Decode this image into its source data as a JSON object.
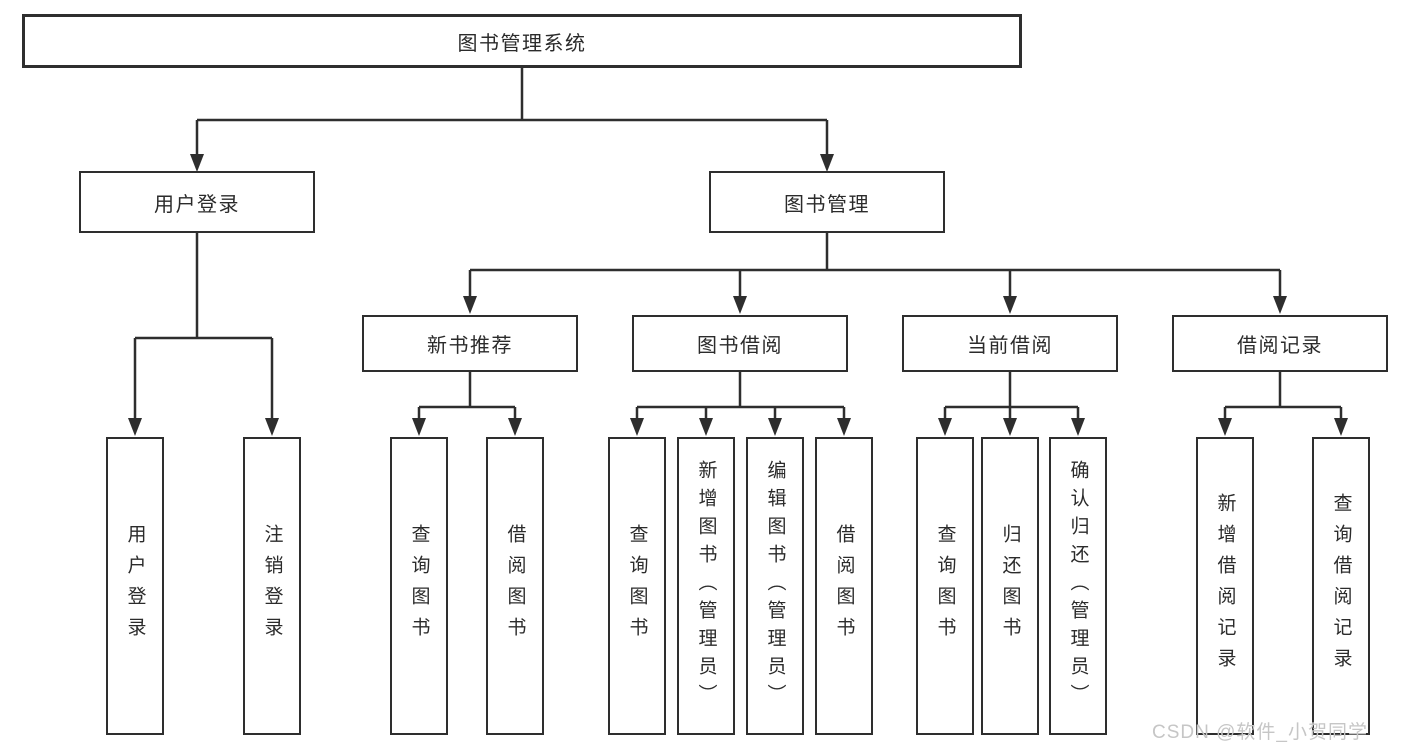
{
  "colors": {
    "line": "#2e2e2e",
    "node_border": "#2e2e2e",
    "node_text": "#2b2b2b",
    "background": "#ffffff",
    "watermark": "#c6c6c6"
  },
  "watermark": {
    "text": "CSDN @软件_小贺同学"
  },
  "tree": {
    "root": {
      "label": "图书管理系统",
      "children": [
        {
          "label": "用户登录",
          "children": [
            {
              "label": "用户登录"
            },
            {
              "label": "注销登录"
            }
          ]
        },
        {
          "label": "图书管理",
          "children": [
            {
              "label": "新书推荐",
              "children": [
                {
                  "label": "查询图书"
                },
                {
                  "label": "借阅图书"
                }
              ]
            },
            {
              "label": "图书借阅",
              "children": [
                {
                  "label": "查询图书"
                },
                {
                  "label": "新增图书（管理员）"
                },
                {
                  "label": "编辑图书（管理员）"
                },
                {
                  "label": "借阅图书"
                }
              ]
            },
            {
              "label": "当前借阅",
              "children": [
                {
                  "label": "查询图书"
                },
                {
                  "label": "归还图书"
                },
                {
                  "label": "确认归还（管理员）"
                }
              ]
            },
            {
              "label": "借阅记录",
              "children": [
                {
                  "label": "新增借阅记录"
                },
                {
                  "label": "查询借阅记录"
                }
              ]
            }
          ]
        }
      ]
    }
  }
}
